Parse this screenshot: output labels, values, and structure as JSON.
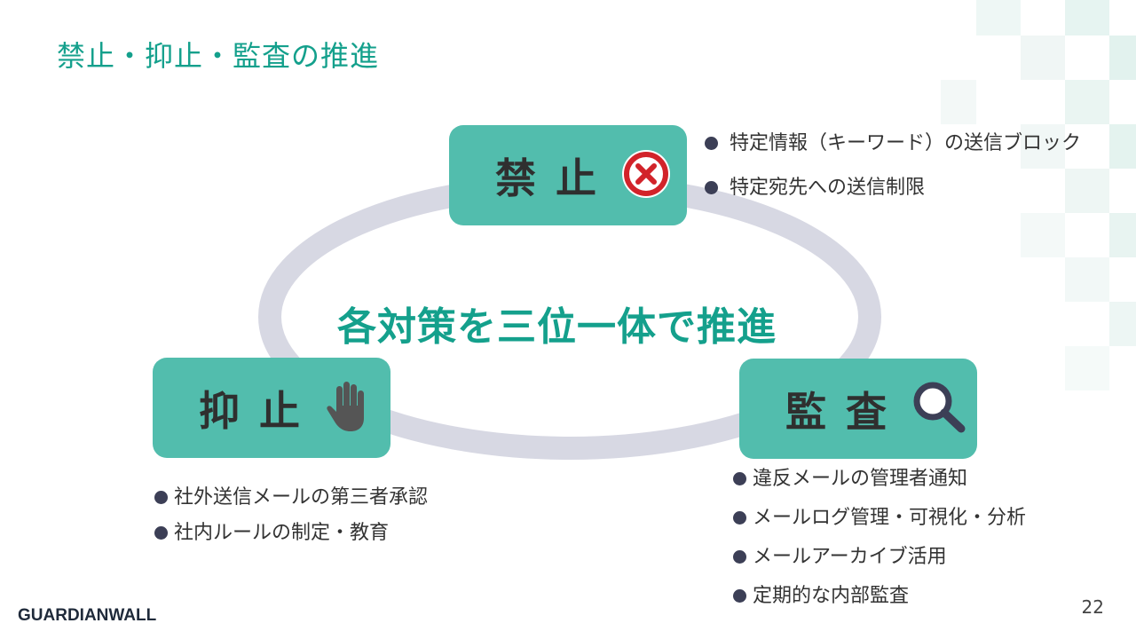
{
  "slide": {
    "title": "禁止・抑止・監査の推進",
    "center_text": "各対策を三位一体で推進",
    "page_number": "22",
    "brand": "GUARDIANWALL"
  },
  "nodes": {
    "kinshi": {
      "label": "禁止",
      "icon": "x-circle-icon",
      "bullets": [
        "特定情報（キーワード）の送信ブロック",
        "特定宛先への送信制限"
      ]
    },
    "yokushi": {
      "label": "抑止",
      "icon": "stop-hand-icon",
      "bullets": [
        "社外送信メールの第三者承認",
        "社内ルールの制定・教育"
      ]
    },
    "kansa": {
      "label": "監査",
      "icon": "magnifier-icon",
      "bullets": [
        "違反メールの管理者通知",
        "メールログ管理・可視化・分析",
        "メールアーカイブ活用",
        "定期的な内部監査"
      ]
    }
  },
  "colors": {
    "accent": "#14a08c",
    "node_fill": "#52bdad",
    "ring": "#d7d8e3",
    "bullet": "#3c3f56",
    "x_icon": "#d2232a"
  }
}
